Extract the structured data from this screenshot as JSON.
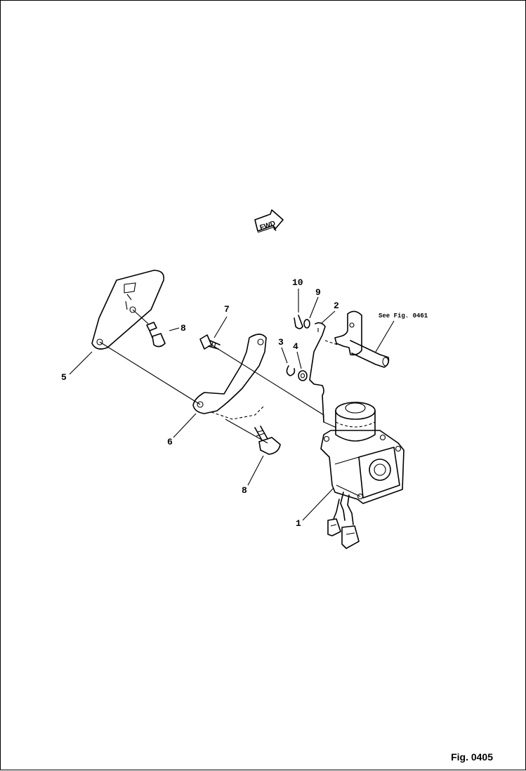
{
  "figure": {
    "fwd_label": "FWD",
    "reference_note": "See Fig. 0461",
    "figure_number": "Fig. 0405"
  },
  "callouts": [
    {
      "id": "1",
      "text": "1"
    },
    {
      "id": "2",
      "text": "2"
    },
    {
      "id": "3",
      "text": "3"
    },
    {
      "id": "4",
      "text": "4"
    },
    {
      "id": "5",
      "text": "5"
    },
    {
      "id": "6",
      "text": "6"
    },
    {
      "id": "7",
      "text": "7"
    },
    {
      "id": "8a",
      "text": "8"
    },
    {
      "id": "8b",
      "text": "8"
    },
    {
      "id": "9",
      "text": "9"
    },
    {
      "id": "10",
      "text": "10"
    }
  ]
}
